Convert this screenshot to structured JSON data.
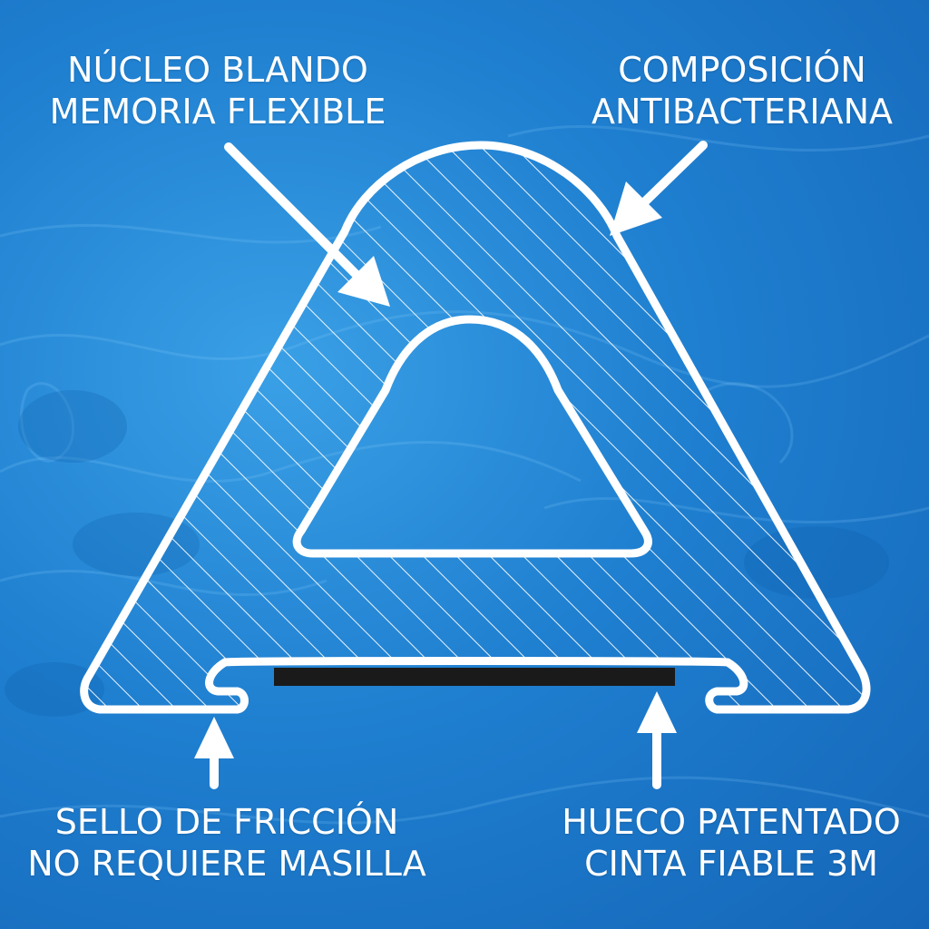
{
  "labels": {
    "top_left": {
      "line1": "NÚCLEO BLANDO",
      "line2": "MEMORIA FLEXIBLE"
    },
    "top_right": {
      "line1": "COMPOSICIÓN",
      "line2": "ANTIBACTERIANA"
    },
    "bottom_left": {
      "line1": "SELLO DE FRICCIÓN",
      "line2": "NO REQUIERE MASILLA"
    },
    "bottom_right": {
      "line1": "HUECO PATENTADO",
      "line2": "CINTA FIABLE 3M"
    }
  },
  "colors": {
    "outline": "#ffffff",
    "tape": "#1a1a1a",
    "water_light": "#3aa0e6",
    "water_dark": "#1566b8"
  }
}
